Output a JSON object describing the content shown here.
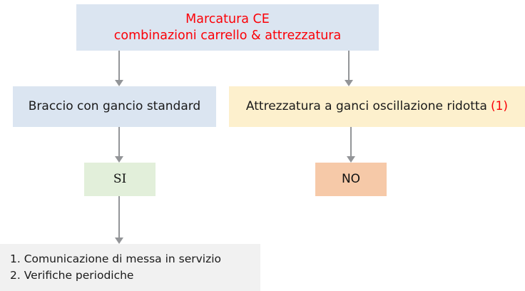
{
  "diagram": {
    "title_node": {
      "line1": "Marcatura CE",
      "line2": "combinazioni carrello & attrezzatura",
      "bg_color": "#dbe5f1",
      "text_color": "#fb0007"
    },
    "branches": [
      {
        "label": "Braccio con gancio standard",
        "bg_color": "#dbe5f1",
        "text_color": "#1a1a1a"
      },
      {
        "label": "Attrezzatura a ganci oscillazione ridotta",
        "note_ref": "(1)",
        "bg_color": "#fdf0cd",
        "text_color": "#1a1a1a",
        "note_ref_color": "#fb0007"
      }
    ],
    "outcomes": [
      {
        "label": "SI",
        "bg_color": "#e2efda",
        "text_color": "#111111"
      },
      {
        "label": "NO",
        "bg_color": "#f6c9a8",
        "text_color": "#111111"
      }
    ],
    "actions_node": {
      "bg_color": "#f1f1f1",
      "items": [
        "1. Comunicazione  di  messa  in servizio",
        "2. Verifiche periodiche"
      ]
    },
    "connector_color": "#939598"
  }
}
